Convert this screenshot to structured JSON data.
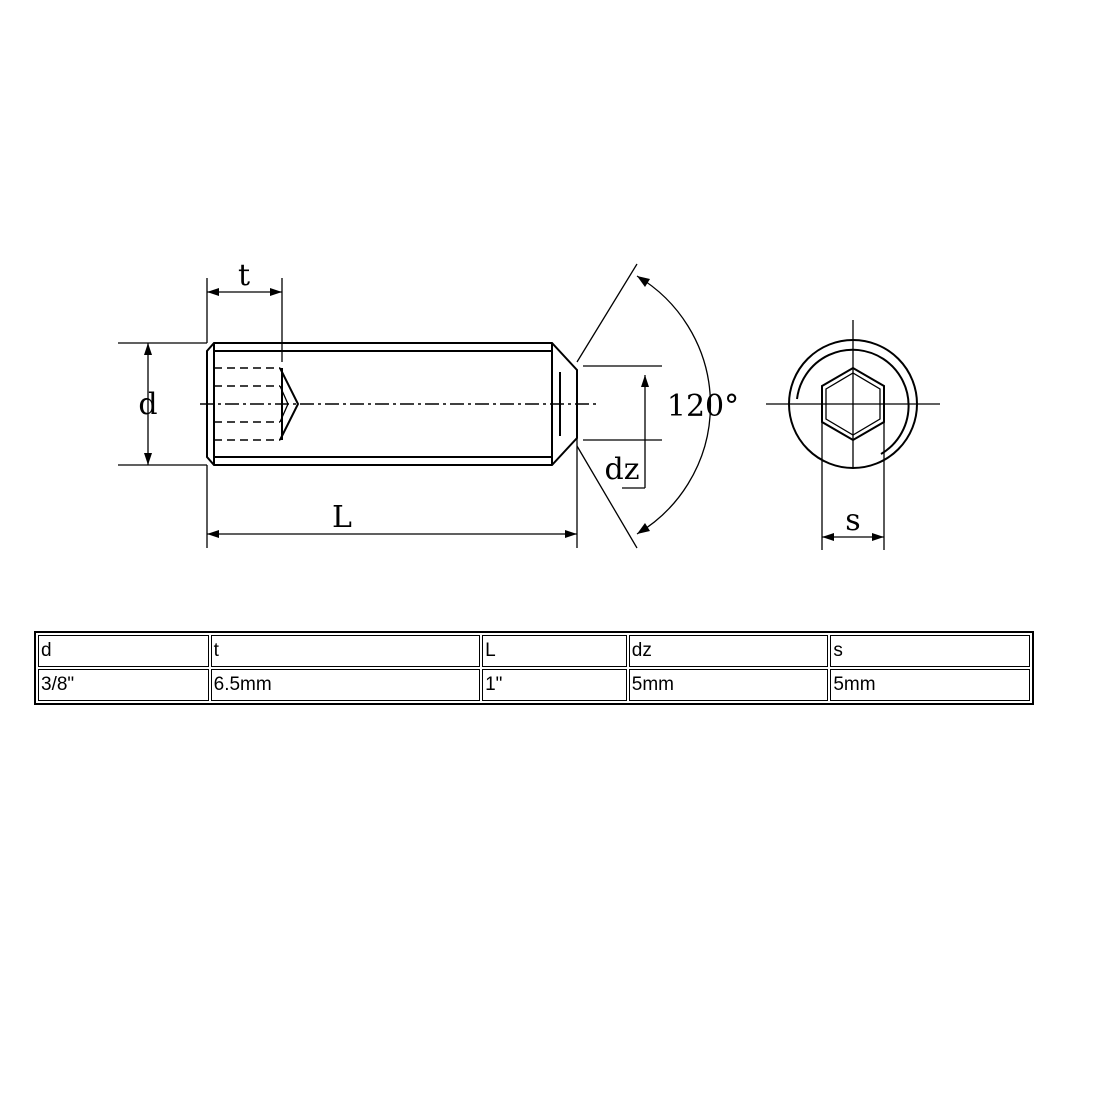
{
  "drawing": {
    "labels": {
      "t": "t",
      "d": "d",
      "L": "L",
      "dz": "dz",
      "angle": "120°",
      "s": "s"
    }
  },
  "table": {
    "headers": [
      "d",
      "t",
      "L",
      "dz",
      "s"
    ],
    "values": [
      "3/8\"",
      "6.5mm",
      "1\"",
      "5mm",
      "5mm"
    ]
  }
}
